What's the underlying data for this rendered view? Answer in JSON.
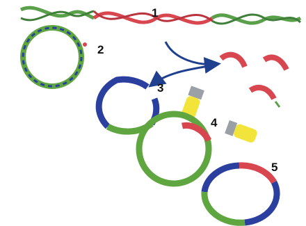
{
  "figure": {
    "step_labels": [
      "1",
      "2",
      "3",
      "4",
      "5"
    ],
    "icons": [
      "dna-double-helix-icon",
      "plasmid-icon",
      "restriction-enzyme-tube-icon",
      "dna-ligase-tube-icon",
      "recombinant-plasmid-icon"
    ],
    "colors": {
      "dna_green": "#5aa04a",
      "insert_red": "#d8474f",
      "plasmid_blue": "#2b3f9f",
      "plasmid_green": "#5fa540",
      "arrow_blue": "#1f3f8f",
      "tube_yellow": "#f2e43a",
      "tube_cap": "#9aa0a6"
    }
  }
}
